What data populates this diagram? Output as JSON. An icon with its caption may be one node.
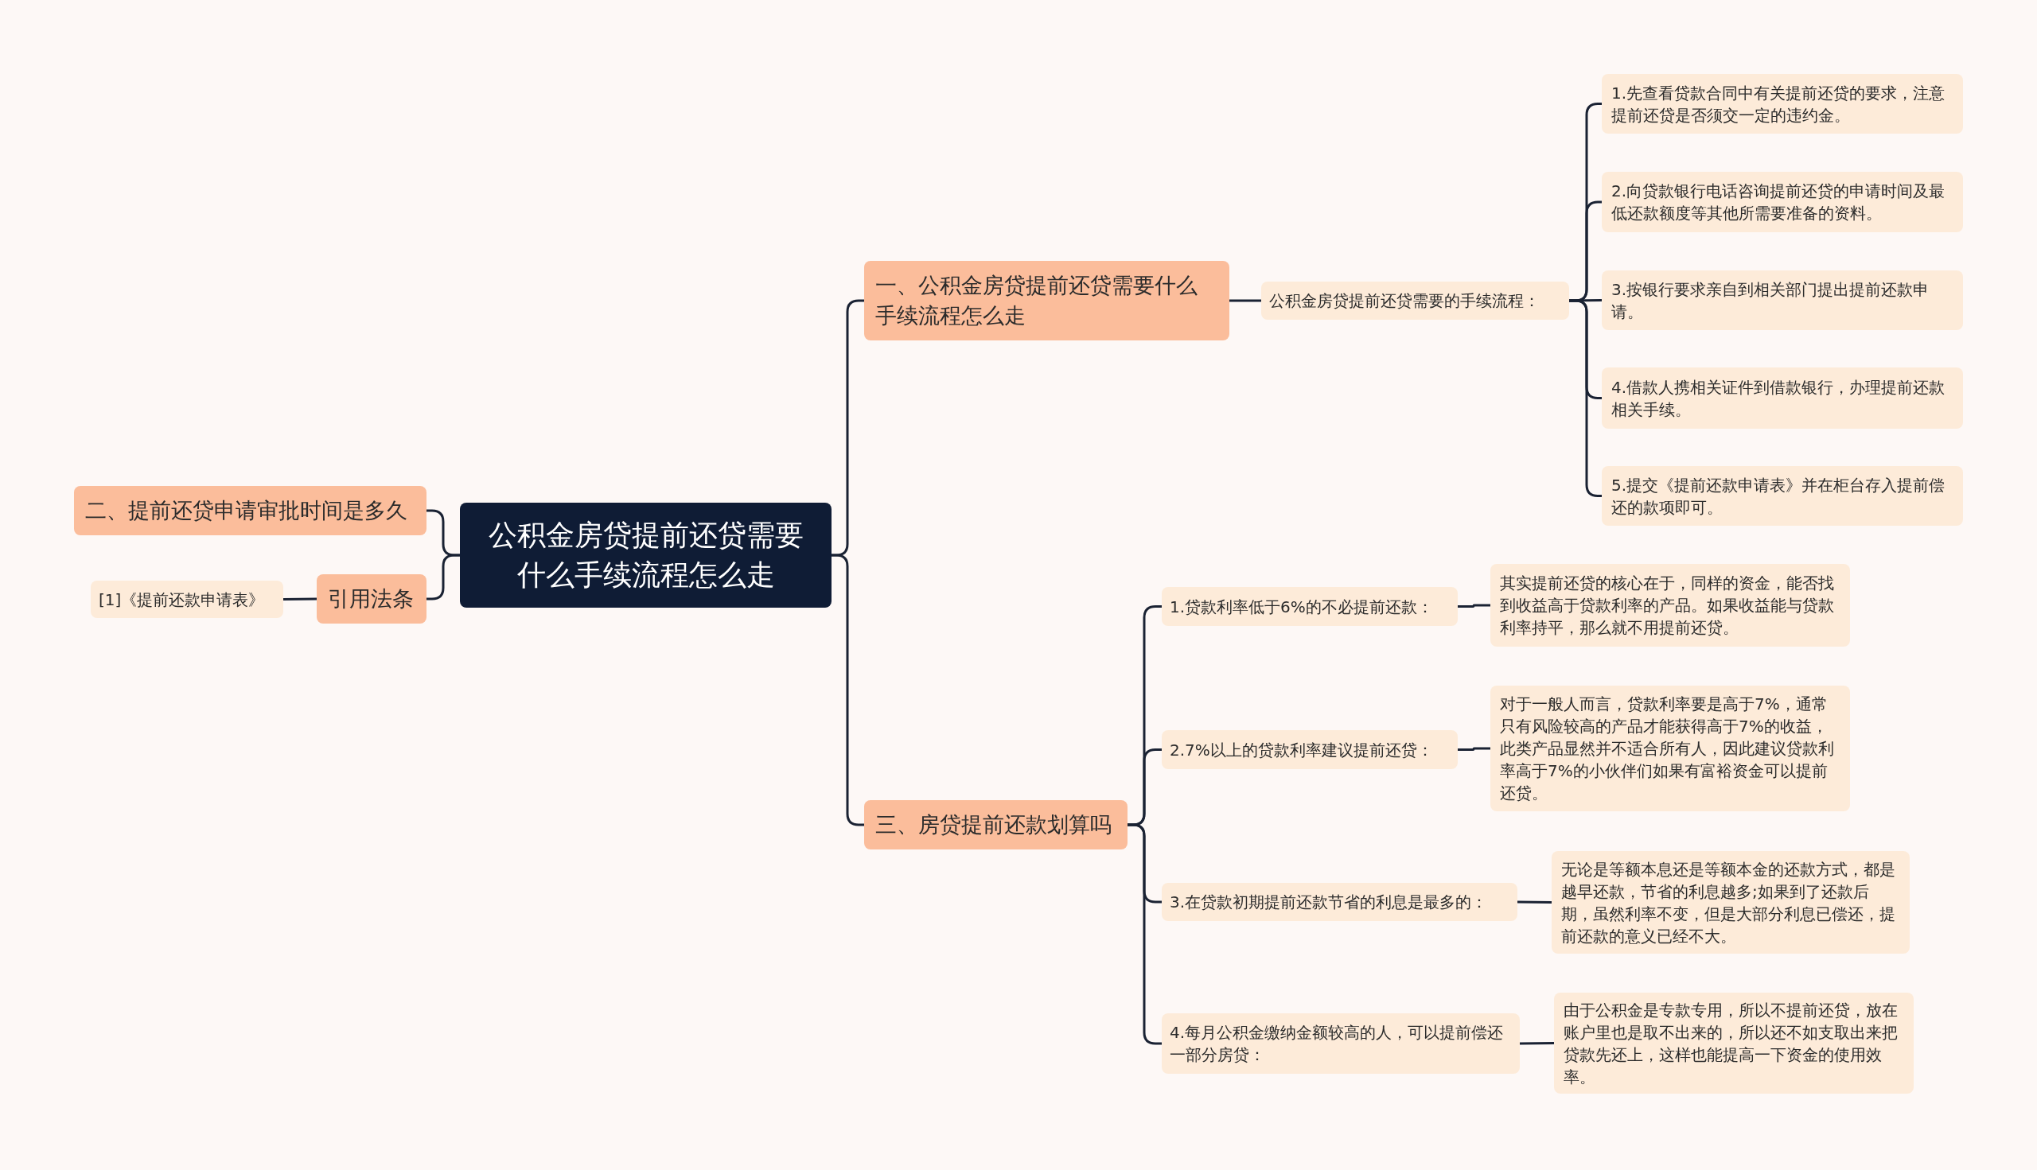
{
  "diagram": {
    "nodes": [
      {
        "text": [
          "公积金房贷提前还贷需要什么手续流程怎么走"
        ]
      },
      {
        "text": [
          "一、公积金房贷提前还贷需要什么手续流程怎么走"
        ]
      },
      {
        "text": [
          "公积金房贷提前还贷需要的手续流程："
        ]
      },
      {
        "text": [
          "1.先查看贷款合同中有关提前还贷的要求，注意提前还贷是否须交一定的违约金。"
        ]
      },
      {
        "text": [
          "2.向贷款银行电话咨询提前还贷的申请时间及最低还款额度等其他所需要准备的资料。"
        ]
      },
      {
        "text": [
          "3.按银行要求亲自到相关部门提出提前还款申请。"
        ]
      },
      {
        "text": [
          "4.借款人携相关证件到借款银行，办理提前还款相关手续。"
        ]
      },
      {
        "text": [
          "5.提交《提前还款申请表》并在柜台存入提前偿还的款项即可。"
        ]
      },
      {
        "text": [
          "三、房贷提前还款划算吗"
        ]
      },
      {
        "text": [
          "1.贷款利率低于6%的不必提前还款："
        ]
      },
      {
        "text": [
          "其实提前还贷的核心在于，同样的资金，能否找到收益高于贷款利率的产品。如果收益能与贷款利率持平，那么就不用提前还贷。"
        ]
      },
      {
        "text": [
          "2.7%以上的贷款利率建议提前还贷："
        ]
      },
      {
        "text": [
          "对于一般人而言，贷款利率要是高于7%，通常只有风险较高的产品才能获得高于7%的收益，此类产品显然并不适合所有人，因此建议贷款利率高于7%的小伙伴们如果有富裕资金可以提前还贷。"
        ]
      },
      {
        "text": [
          "3.在贷款初期提前还款节省的利息是最多的："
        ]
      },
      {
        "text": [
          "无论是等额本息还是等额本金的还款方式，都是越早还款，节省的利息越多;如果到了还款后期，虽然利率不变，但是大部分利息已偿还，提前还款的意义已经不大。"
        ]
      },
      {
        "text": [
          "4.每月公积金缴纳金额较高的人，可以提前偿还一部分房贷："
        ]
      },
      {
        "text": [
          "由于公积金是专款专用，所以不提前还贷，放在账户里也是取不出来的，所以还不如支取出来把贷款先还上，这样也能提高一下资金的使用效率。"
        ]
      },
      {
        "text": [
          "二、提前还贷申请审批时间是多久"
        ]
      },
      {
        "text": [
          "引用法条"
        ]
      },
      {
        "text": [
          "[1]《提前还款申请表》"
        ]
      }
    ],
    "edges": [
      {
        "from": 0,
        "to": 1,
        "arrow": "none"
      },
      {
        "from": 1,
        "to": 2,
        "arrow": "none"
      },
      {
        "from": 2,
        "to": 3,
        "arrow": "none"
      },
      {
        "from": 2,
        "to": 4,
        "arrow": "none"
      },
      {
        "from": 2,
        "to": 5,
        "arrow": "none"
      },
      {
        "from": 2,
        "to": 6,
        "arrow": "none"
      },
      {
        "from": 2,
        "to": 7,
        "arrow": "none"
      },
      {
        "from": 0,
        "to": 8,
        "arrow": "none"
      },
      {
        "from": 8,
        "to": 9,
        "arrow": "none"
      },
      {
        "from": 9,
        "to": 10,
        "arrow": "none"
      },
      {
        "from": 8,
        "to": 11,
        "arrow": "none"
      },
      {
        "from": 11,
        "to": 12,
        "arrow": "none"
      },
      {
        "from": 8,
        "to": 13,
        "arrow": "none"
      },
      {
        "from": 13,
        "to": 14,
        "arrow": "none"
      },
      {
        "from": 8,
        "to": 15,
        "arrow": "none"
      },
      {
        "from": 15,
        "to": 16,
        "arrow": "none"
      },
      {
        "from": 0,
        "to": 17,
        "arrow": "none"
      },
      {
        "from": 0,
        "to": 18,
        "arrow": "none"
      },
      {
        "from": 18,
        "to": 19,
        "arrow": "none"
      }
    ]
  }
}
